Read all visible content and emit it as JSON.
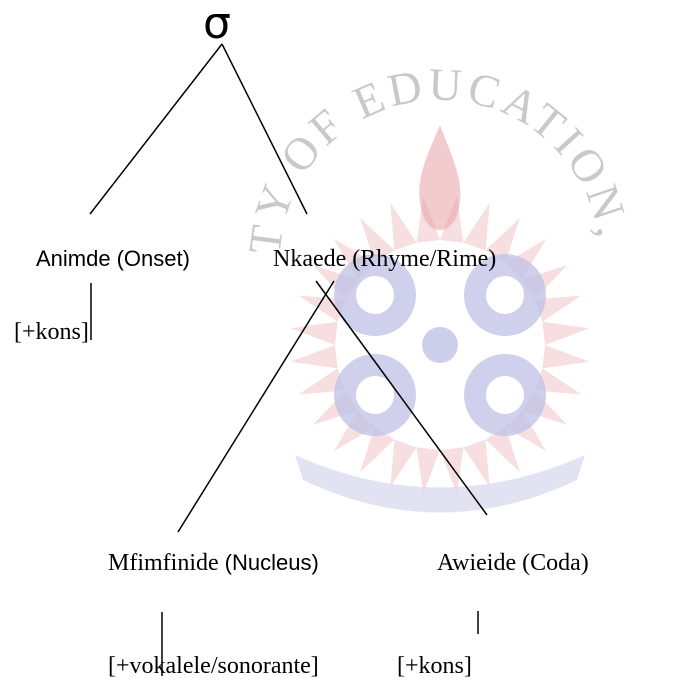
{
  "watermark": {
    "arc_text": "UNIVERSITY OF EDUCATION, WINNEBA",
    "colors": {
      "text": "#c9c9c9",
      "flame": "#e8a0a8",
      "rays": "#f1c2c7",
      "circles": "#bfc2e6",
      "banner": "#cfd0ea"
    }
  },
  "tree": {
    "root": {
      "symbol": "σ"
    },
    "onset": {
      "name": "Animde",
      "gloss": "(Onset)",
      "feature": "[+kons]"
    },
    "rhyme": {
      "label": "Nkaede (Rhyme/Rime)"
    },
    "nucleus": {
      "name": "Mfimfinide",
      "gloss": "(Nucleus)",
      "feature": "[+vokalele/sonorante]"
    },
    "coda": {
      "label": "Awieide (Coda)",
      "feature": "[+kons]"
    }
  }
}
